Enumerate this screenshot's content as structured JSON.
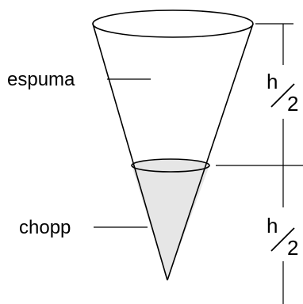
{
  "labels": {
    "foam": "espuma",
    "beer": "chopp"
  },
  "dimensions": {
    "upper": {
      "numerator": "h",
      "denominator": "2"
    },
    "lower": {
      "numerator": "h",
      "denominator": "2"
    }
  },
  "colors": {
    "stroke": "#000000",
    "liquid_fill": "#e6e6e6",
    "background": "#ffffff"
  }
}
